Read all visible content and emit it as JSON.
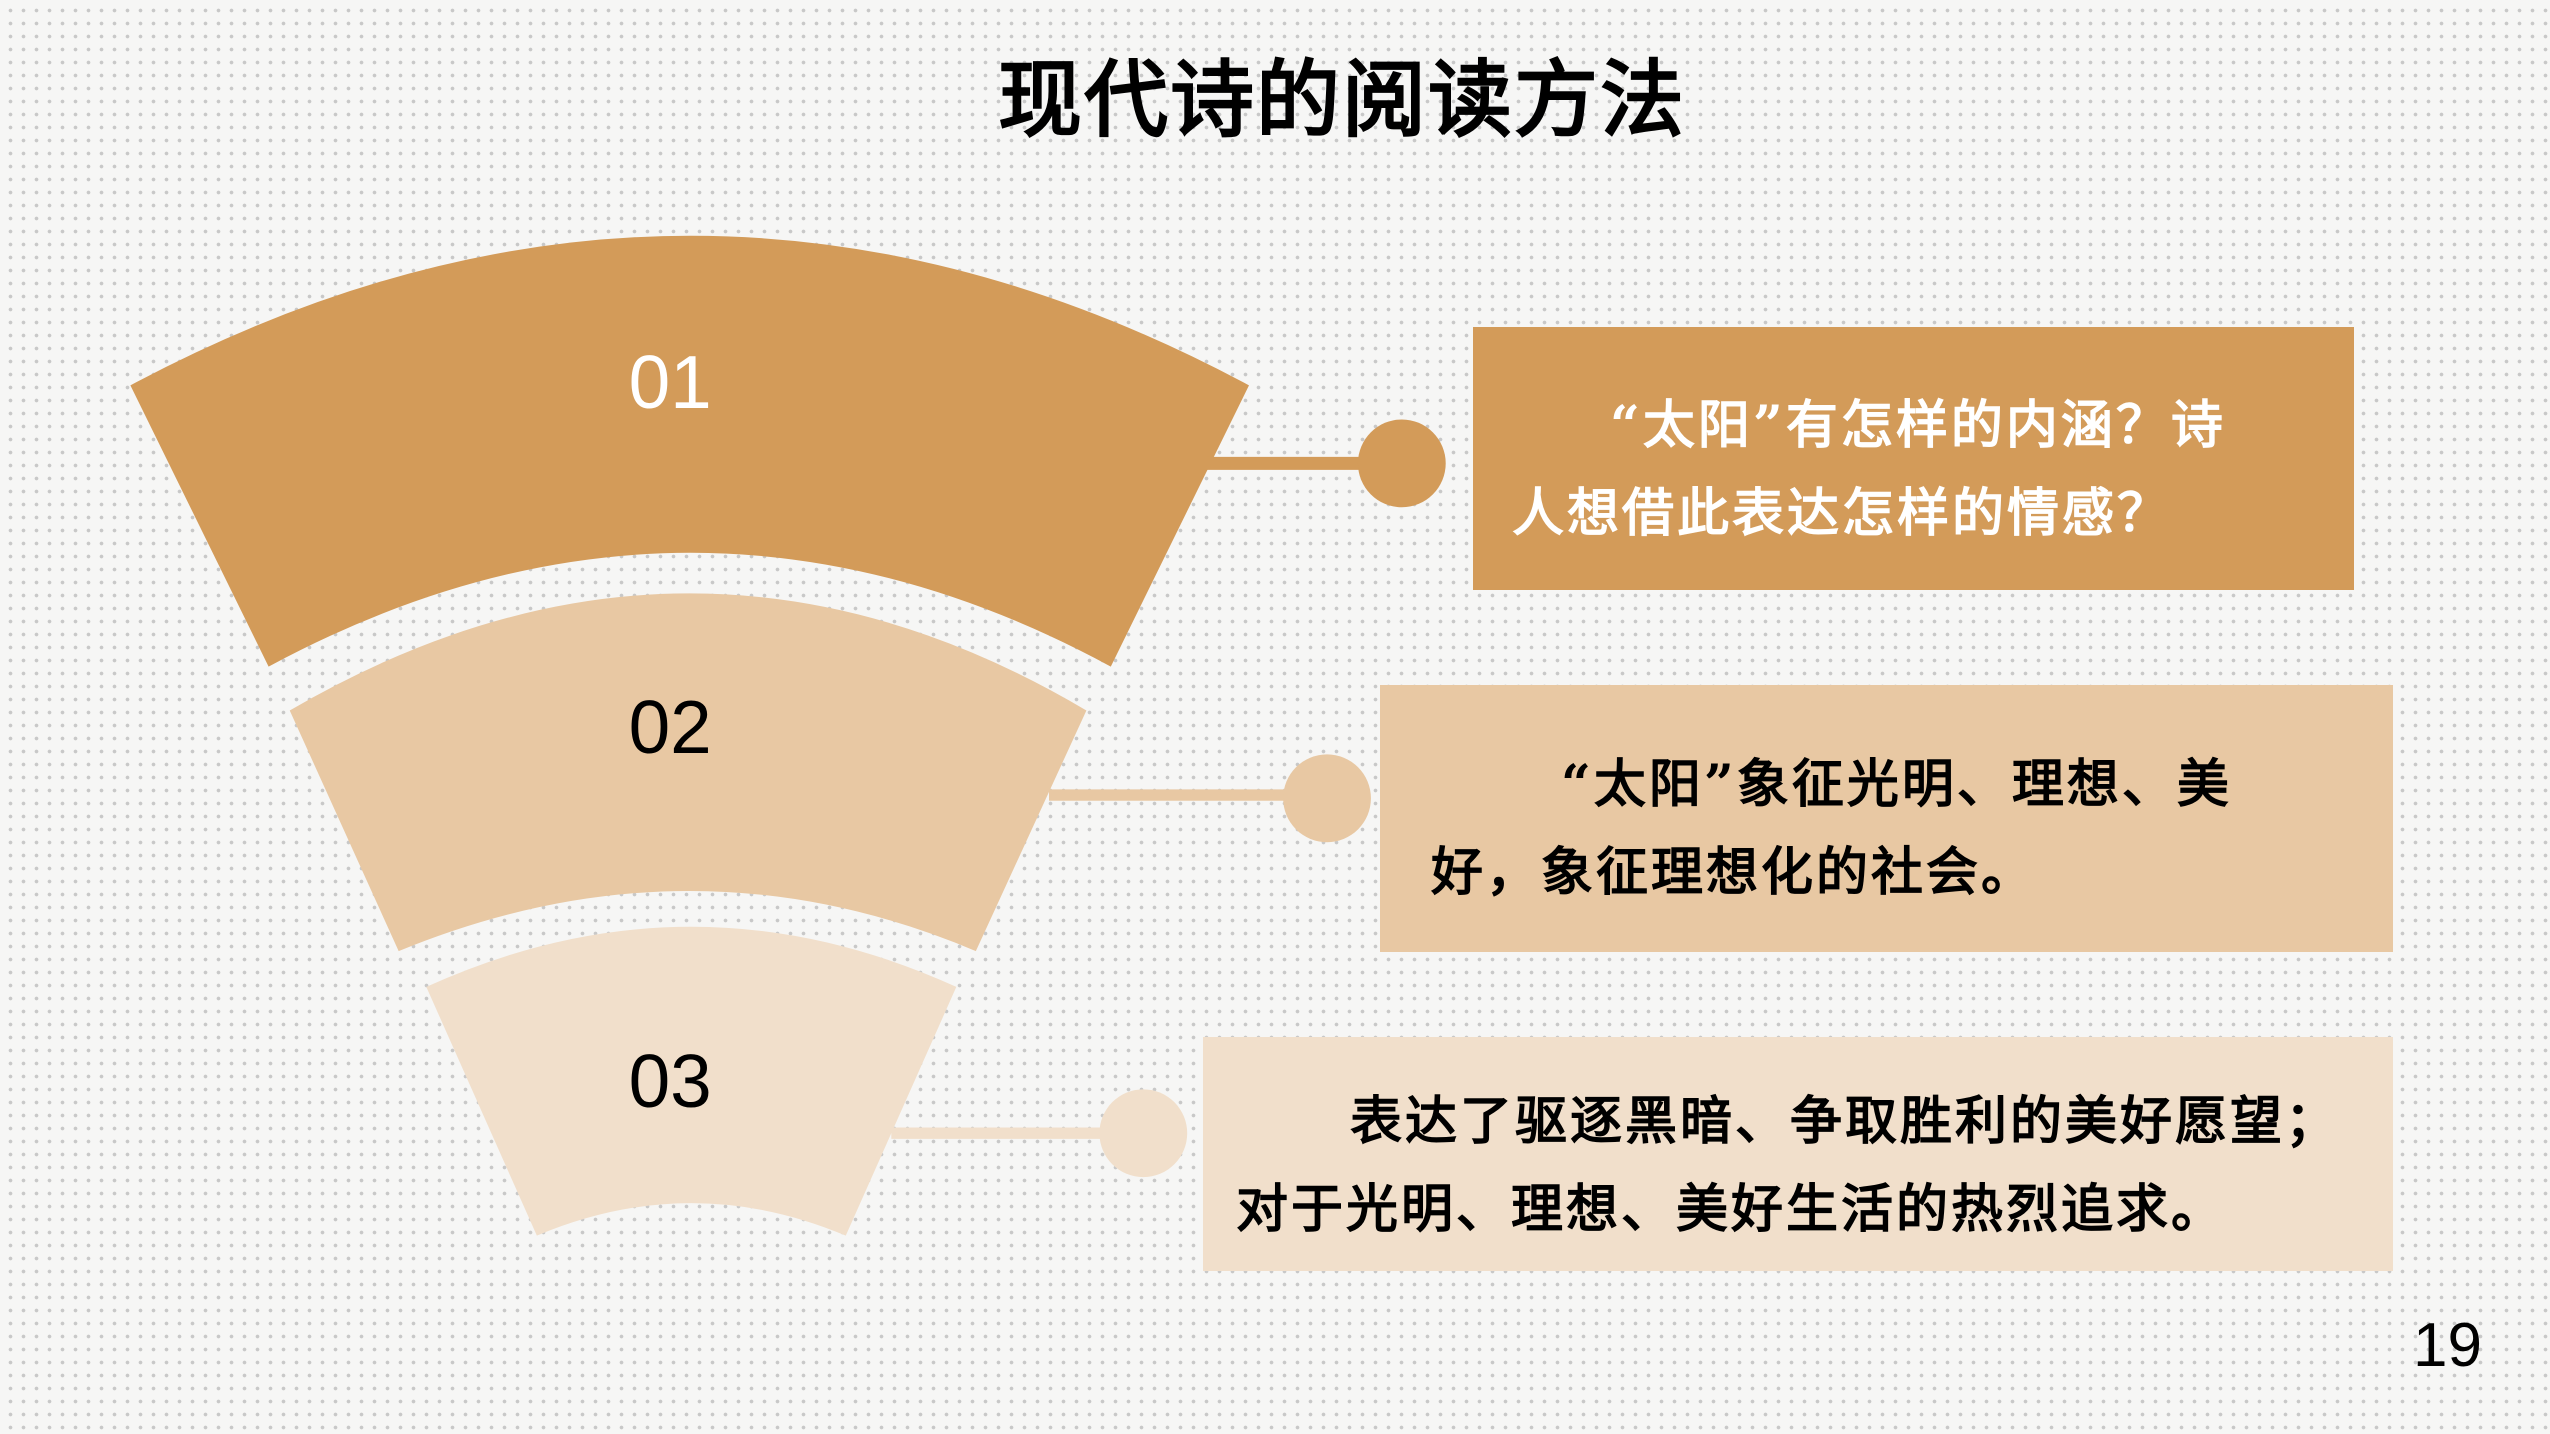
{
  "slide": {
    "title": "现代诗的阅读方法",
    "page_number": "19"
  },
  "colors": {
    "tier_1": "#D39B59",
    "tier_2": "#E8C8A3",
    "tier_3": "#F1DFCB",
    "text_light": "#FFFFFF",
    "text_dark": "#000000"
  },
  "steps": [
    {
      "number": "01",
      "lines": [
        "“太阳”有怎样的内涵？诗",
        "人想借此表达怎样的情感？"
      ]
    },
    {
      "number": "02",
      "lines": [
        "“太阳”象征光明、理想、美",
        "好，象征理想化的社会。"
      ]
    },
    {
      "number": "03",
      "lines": [
        "表达了驱逐黑暗、争取胜利的美好愿望；",
        "对于光明、理想、美好生活的热烈追求。"
      ]
    }
  ]
}
